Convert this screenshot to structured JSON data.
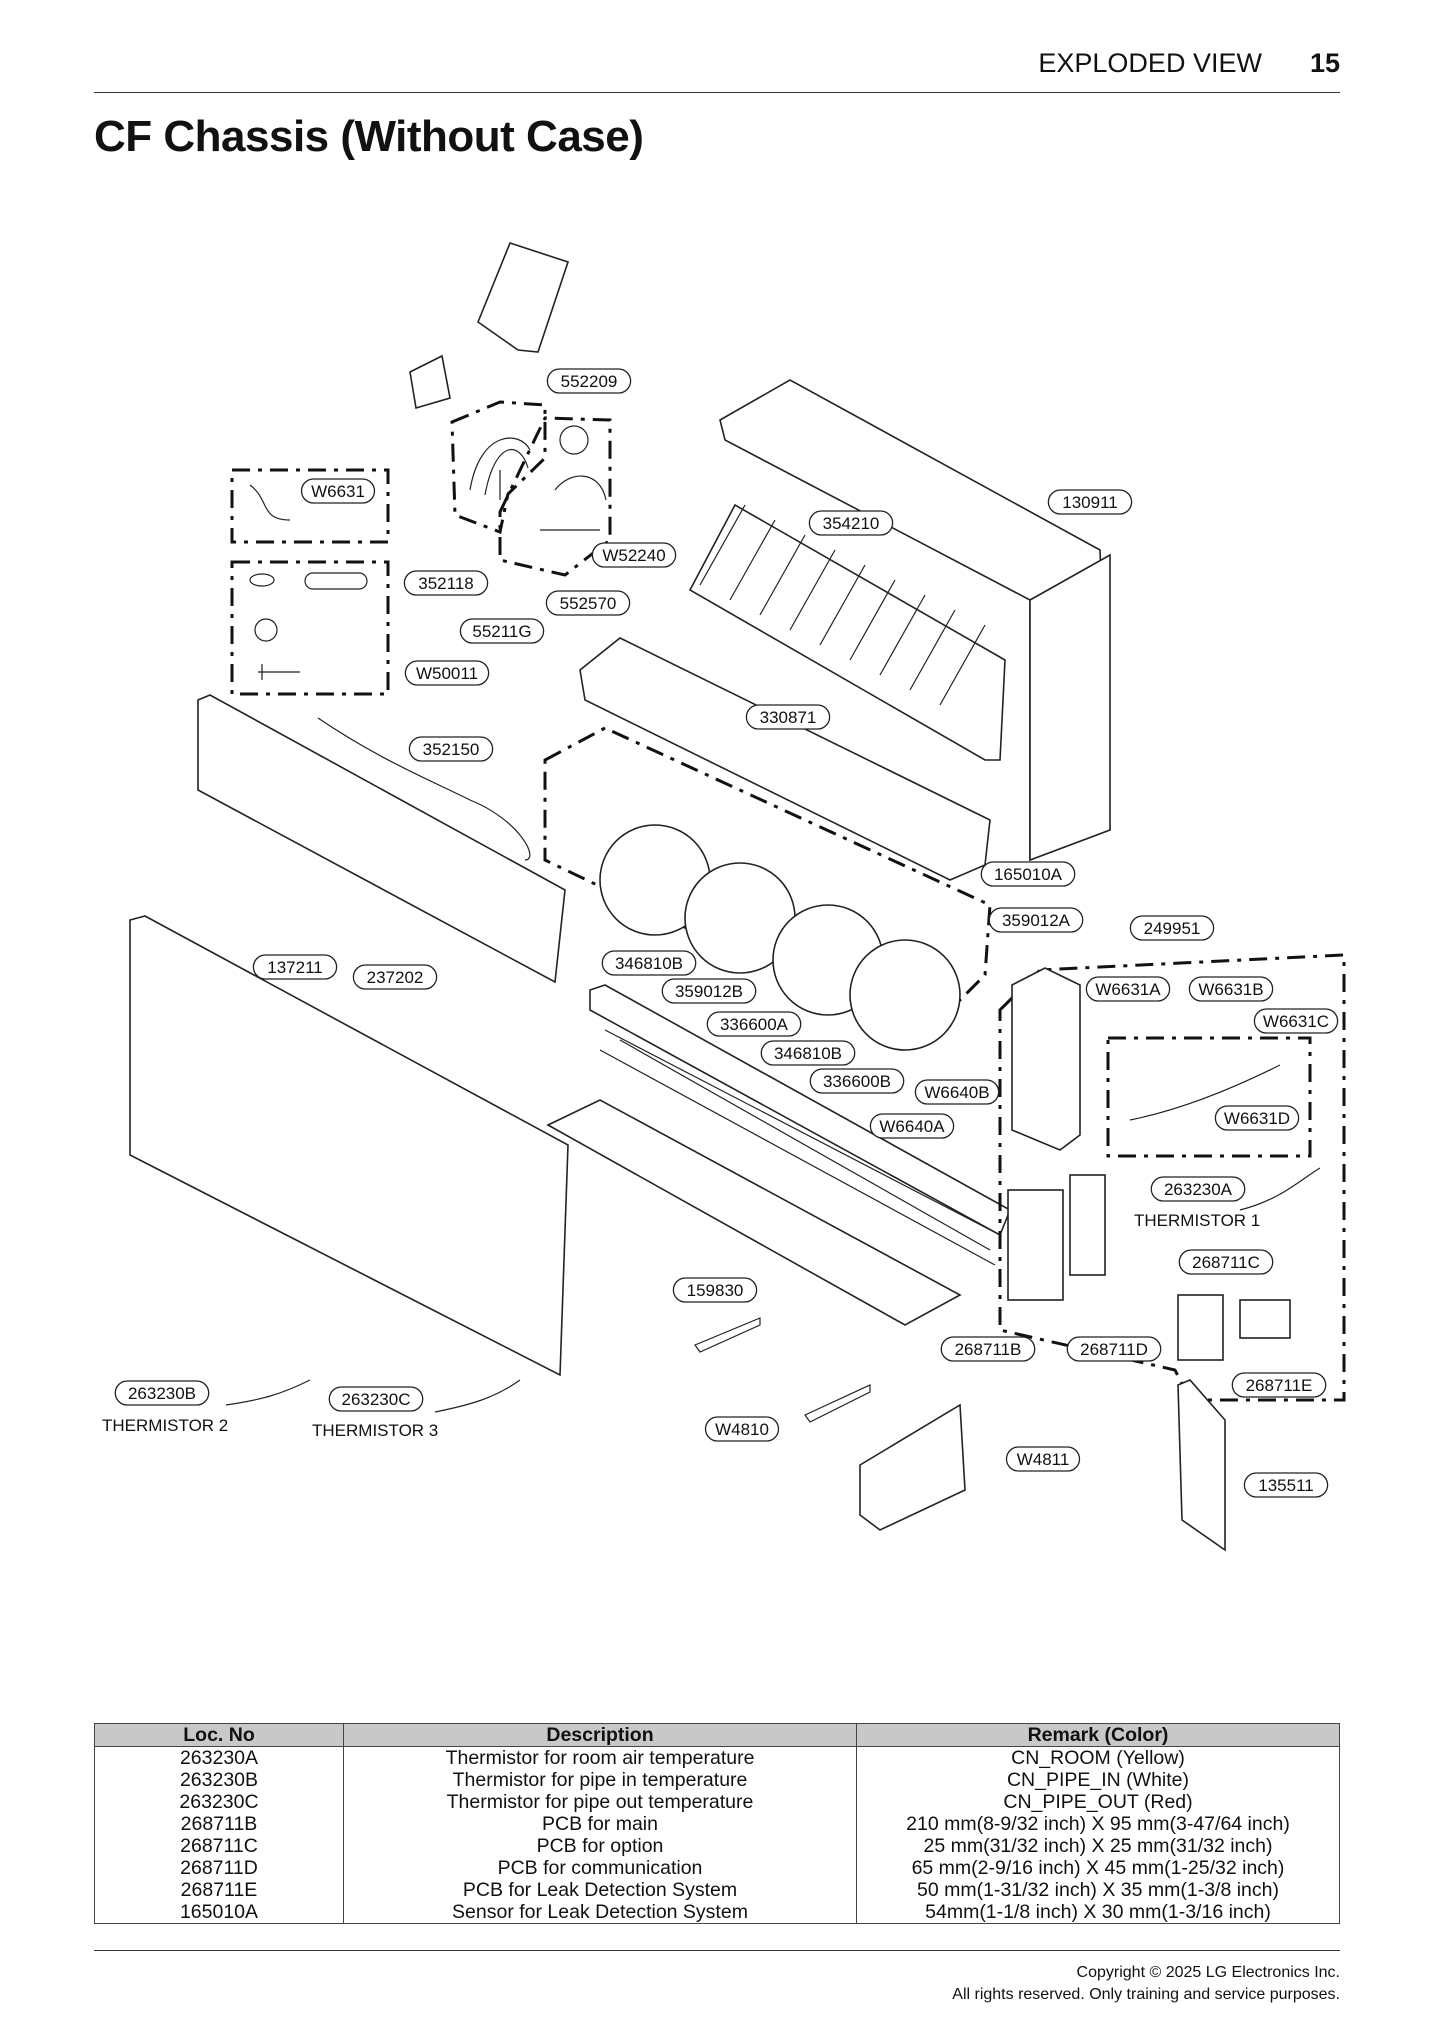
{
  "header": {
    "section": "EXPLODED VIEW",
    "page": "15"
  },
  "title": "CF Chassis (Without Case)",
  "labels": [
    "552209",
    "W6631",
    "354210",
    "130911",
    "W52240",
    "352118",
    "552570",
    "55211G",
    "W50011",
    "330871",
    "352150",
    "165010A",
    "359012A",
    "249951",
    "137211",
    "237202",
    "346810B",
    "359012B",
    "W6631A",
    "W6631B",
    "W6631C",
    "336600A",
    "346810B",
    "336600B",
    "W6640B",
    "W6640A",
    "W6631D",
    "263230A",
    "268711C",
    "159830",
    "268711B",
    "268711D",
    "263230B",
    "263230C",
    "268711E",
    "W4810",
    "W4811",
    "135511"
  ],
  "captions": [
    "THERMISTOR 1",
    "THERMISTOR 2",
    "THERMISTOR 3"
  ],
  "table": {
    "headers": [
      "Loc. No",
      "Description",
      "Remark (Color)"
    ],
    "rows": [
      [
        "263230A",
        "Thermistor for room air temperature",
        "CN_ROOM (Yellow)"
      ],
      [
        "263230B",
        "Thermistor for pipe in temperature",
        "CN_PIPE_IN (White)"
      ],
      [
        "263230C",
        "Thermistor for pipe out temperature",
        "CN_PIPE_OUT (Red)"
      ],
      [
        "268711B",
        "PCB for main",
        "210 mm(8-9/32 inch) X 95 mm(3-47/64 inch)"
      ],
      [
        "268711C",
        "PCB for option",
        "25 mm(31/32 inch) X 25 mm(31/32 inch)"
      ],
      [
        "268711D",
        "PCB for communication",
        "65 mm(2-9/16 inch) X 45 mm(1-25/32 inch)"
      ],
      [
        "268711E",
        "PCB for Leak Detection System",
        "50 mm(1-31/32 inch) X 35 mm(1-3/8 inch)"
      ],
      [
        "165010A",
        "Sensor for Leak Detection System",
        "54mm(1-1/8 inch) X 30 mm(1-3/16 inch)"
      ]
    ]
  },
  "footer": {
    "line1": "Copyright © 2025 LG Electronics Inc.",
    "line2": "All rights reserved. Only training and service purposes."
  }
}
